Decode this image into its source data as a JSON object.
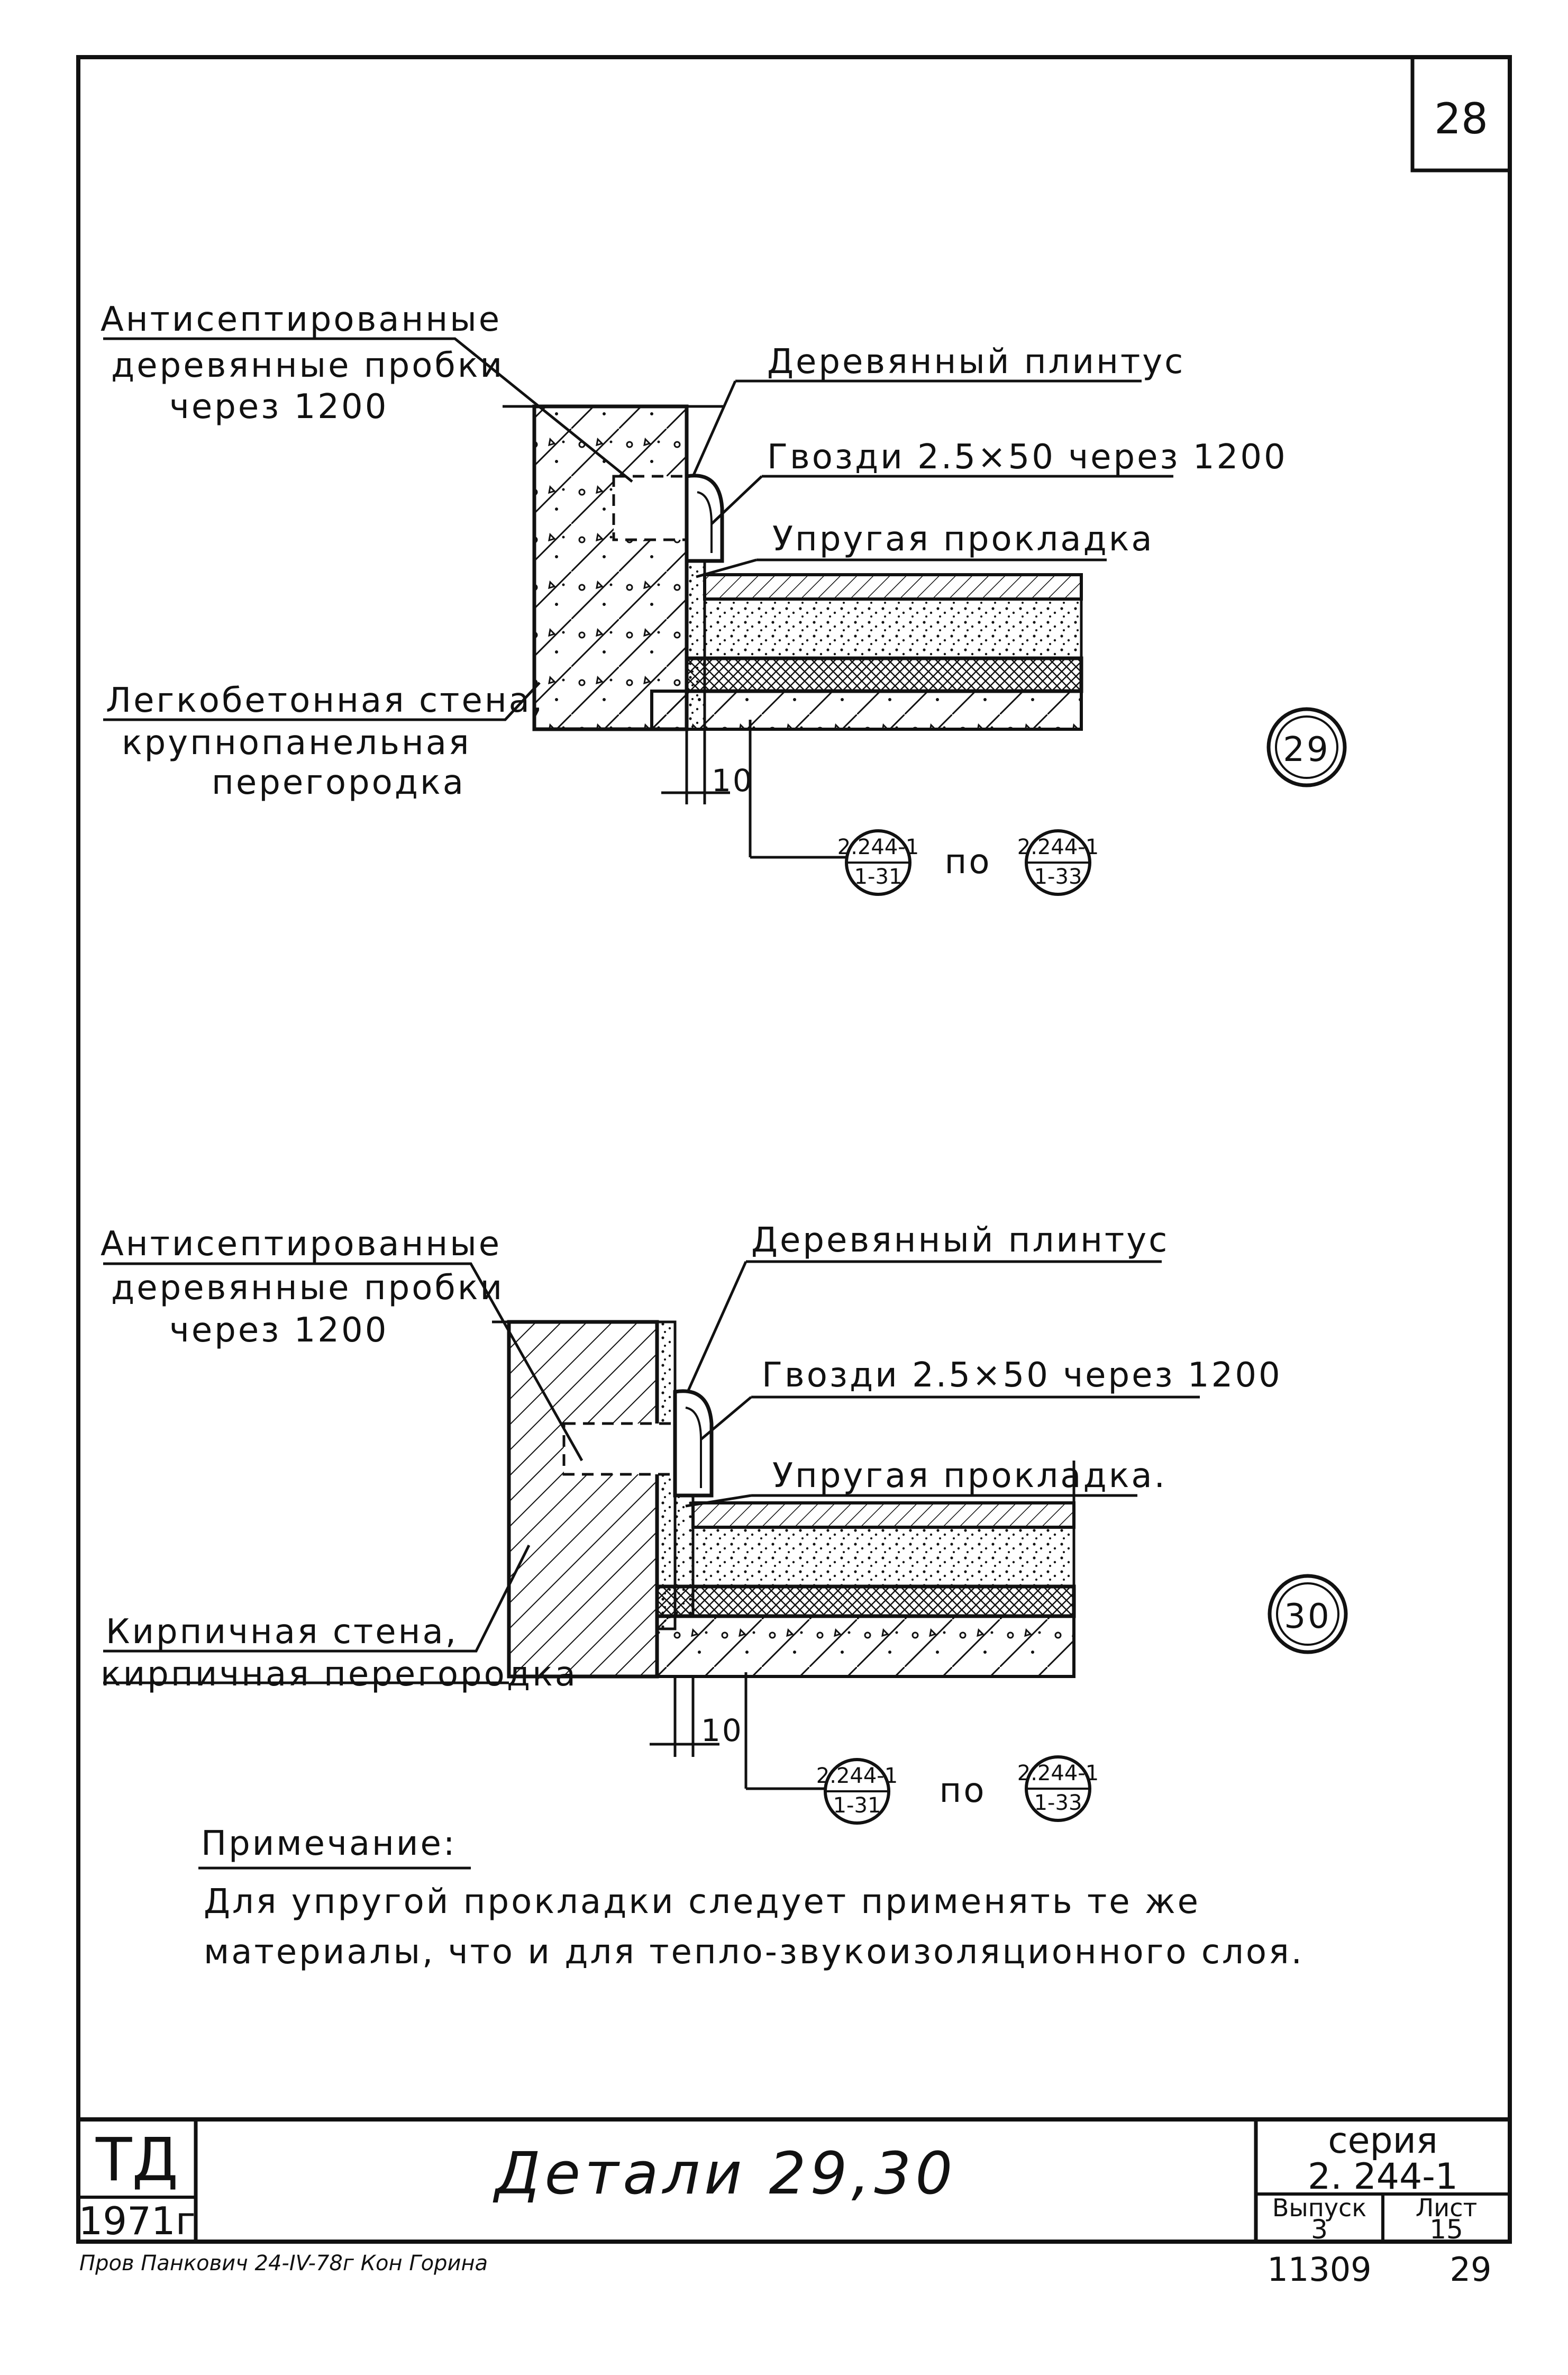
{
  "sheet": {
    "page_number": "28",
    "title": "Детали 29,30",
    "stamp_top": "ТД",
    "stamp_year": "1971г",
    "series_label": "серия",
    "series_value": "2. 244-1",
    "issue_label": "Выпуск",
    "issue_value": "3",
    "sheet_label": "Лист",
    "sheet_value": "15",
    "inventory": "11309",
    "sheet_index": "29",
    "signature": "Пров Панкович 24-IV-78г Кон Горина"
  },
  "detail29": {
    "number": "29",
    "label_plugs": [
      "Антисептированные",
      "деревянные пробки",
      "через 1200"
    ],
    "label_skirting": "Деревянный плинтус",
    "label_nails": "Гвозди 2.5×50 через 1200",
    "label_pad": "Упругая прокладка",
    "label_wall": [
      "Легкобетонная стена,",
      "крупнопанельная",
      "перегородка"
    ],
    "dimension": "10",
    "ref_from_top": "2.244-1",
    "ref_from_bottom": "1-31",
    "ref_conn": "по",
    "ref_to_top": "2.244-1",
    "ref_to_bottom": "1-33"
  },
  "detail30": {
    "number": "30",
    "label_plugs": [
      "Антисептированные",
      "деревянные пробки",
      "через 1200"
    ],
    "label_skirting": "Деревянный плинтус",
    "label_nails": "Гвозди 2.5×50 через 1200",
    "label_pad": "Упругая прокладка.",
    "label_wall": [
      "Кирпичная стена,",
      "кирпичная перегородка"
    ],
    "dimension": "10",
    "ref_from_top": "2.244-1",
    "ref_from_bottom": "1-31",
    "ref_conn": "по",
    "ref_to_top": "2.244-1",
    "ref_to_bottom": "1-33"
  },
  "note": {
    "heading": "Примечание:",
    "line1": "Для упругой прокладки следует применять те же",
    "line2": "материалы, что и для тепло-звукоизоляционного слоя."
  }
}
